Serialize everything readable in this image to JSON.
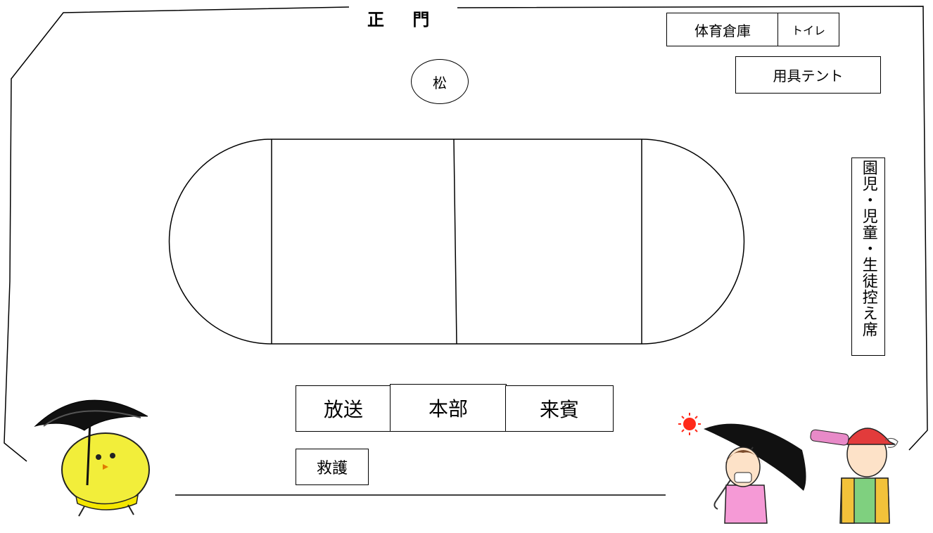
{
  "map": {
    "gate_label": "正 門",
    "pine_label": "松",
    "storage_label": "体育倉庫",
    "toilet_label": "トイレ",
    "equipment_tent_label": "用具テント",
    "student_seats_label": "園児・児童・生徒控え席",
    "broadcast_label": "放送",
    "headquarters_label": "本部",
    "guests_label": "来賓",
    "first_aid_label": "救護"
  },
  "colors": {
    "line": "#000000",
    "chick_body": "#f2ee3a",
    "umbrella": "#111111",
    "girl_shirt": "#f59ad6",
    "boy_cap": "#e23b3b",
    "boy_vest": "#f2c23a",
    "boy_shirt": "#7fd07f",
    "sun": "#ff2a1a"
  },
  "illustrations": [
    "chick-with-umbrella",
    "girl-with-parasol",
    "boy-drinking-water"
  ]
}
